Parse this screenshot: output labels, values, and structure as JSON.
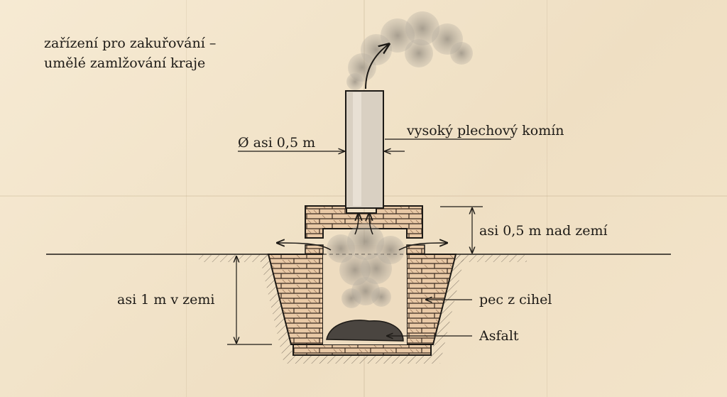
{
  "title": {
    "line1": "zařízení pro zakuřování –",
    "line2": "umělé zamlžování kraje"
  },
  "labels": {
    "chimney": "vysoký plechový komín",
    "diameter": "Ø asi 0,5 m",
    "above_ground": "asi 0,5 m nad zemí",
    "below_ground": "asi 1 m v zemi",
    "oven": "pec z cihel",
    "fuel": "Asfalt"
  },
  "colors": {
    "paper": "#f3e6cf",
    "brick": "#e9c9a6",
    "ink": "#1d1a16",
    "smoke": "#9c958a"
  }
}
